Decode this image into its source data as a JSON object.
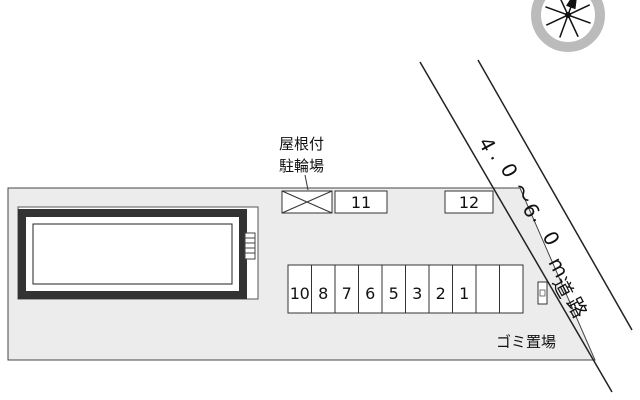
{
  "map": {
    "compass": {
      "icon": "compass-rose-icon"
    },
    "carport_label": [
      "屋根付",
      "駐輪場"
    ],
    "slots_row": [
      "10",
      "8",
      "7",
      "6",
      "5",
      "3",
      "2",
      "1",
      "",
      ""
    ],
    "slot_11": "11",
    "slot_12": "12",
    "road_label_vertical": [
      "4",
      ".",
      "0",
      "～",
      "6",
      ".",
      "0",
      "m",
      "道",
      "路"
    ],
    "garbage_label": "ゴミ置場",
    "colors": {
      "lot": "#ececec",
      "building_border": "#333333",
      "stroke": "#444444"
    }
  }
}
